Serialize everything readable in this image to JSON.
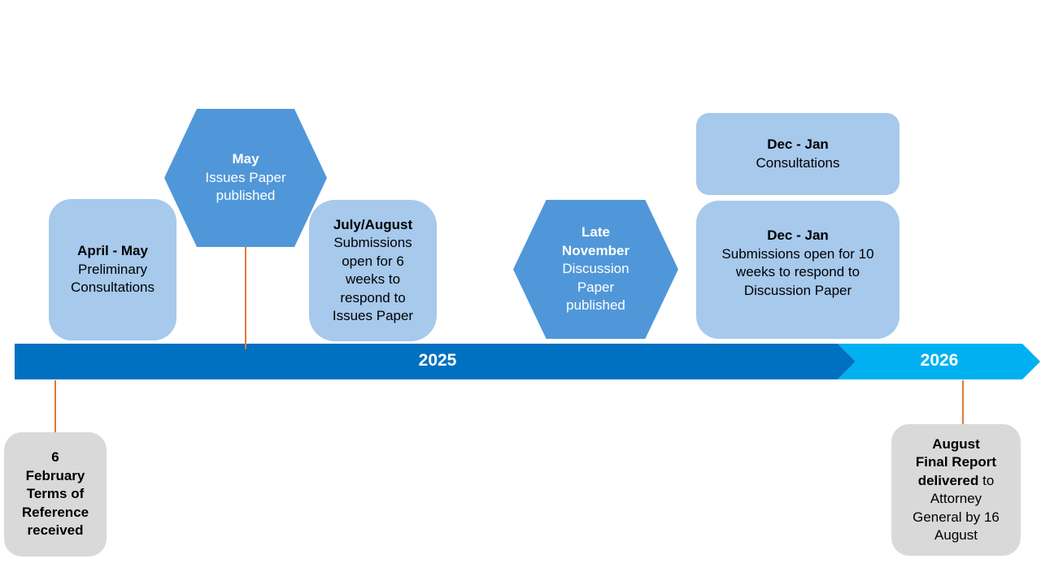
{
  "timeline": {
    "year_2025": "2025",
    "year_2026": "2026",
    "colors": {
      "band_2025": "#0070c0",
      "band_2026": "#00b0f0",
      "box_light": "#a6c9ec",
      "hexagon": "#5097d9",
      "box_grey": "#d9d9d9",
      "connector": "#e07b39"
    }
  },
  "milestones": {
    "feb": {
      "l1": "6",
      "l2": "February",
      "l3": "Terms of",
      "l4": "Reference",
      "l5": "received"
    },
    "apr_may": {
      "title": "April - May",
      "l1": "Preliminary",
      "l2": "Consultations"
    },
    "may": {
      "title": "May",
      "l1": "Issues Paper",
      "l2": "published"
    },
    "jul_aug": {
      "title": "July/August",
      "l1": "Submissions",
      "l2": "open for 6",
      "l3": "weeks to",
      "l4": "respond to",
      "l5": "Issues Paper"
    },
    "late_nov": {
      "t1": "Late",
      "t2": "November",
      "l1": "Discussion",
      "l2": "Paper",
      "l3": "published"
    },
    "dec_jan_consult": {
      "title": "Dec - Jan",
      "l1": "Consultations"
    },
    "dec_jan_subs": {
      "title": "Dec - Jan",
      "l1": "Submissions open for 10",
      "l2": "weeks to respond to",
      "l3": "Discussion Paper"
    },
    "aug": {
      "title": "August",
      "b1": "Final Report",
      "b2": "delivered",
      "t2": " to",
      "l1": "Attorney",
      "l2": "General by 16",
      "l3": "August"
    }
  }
}
